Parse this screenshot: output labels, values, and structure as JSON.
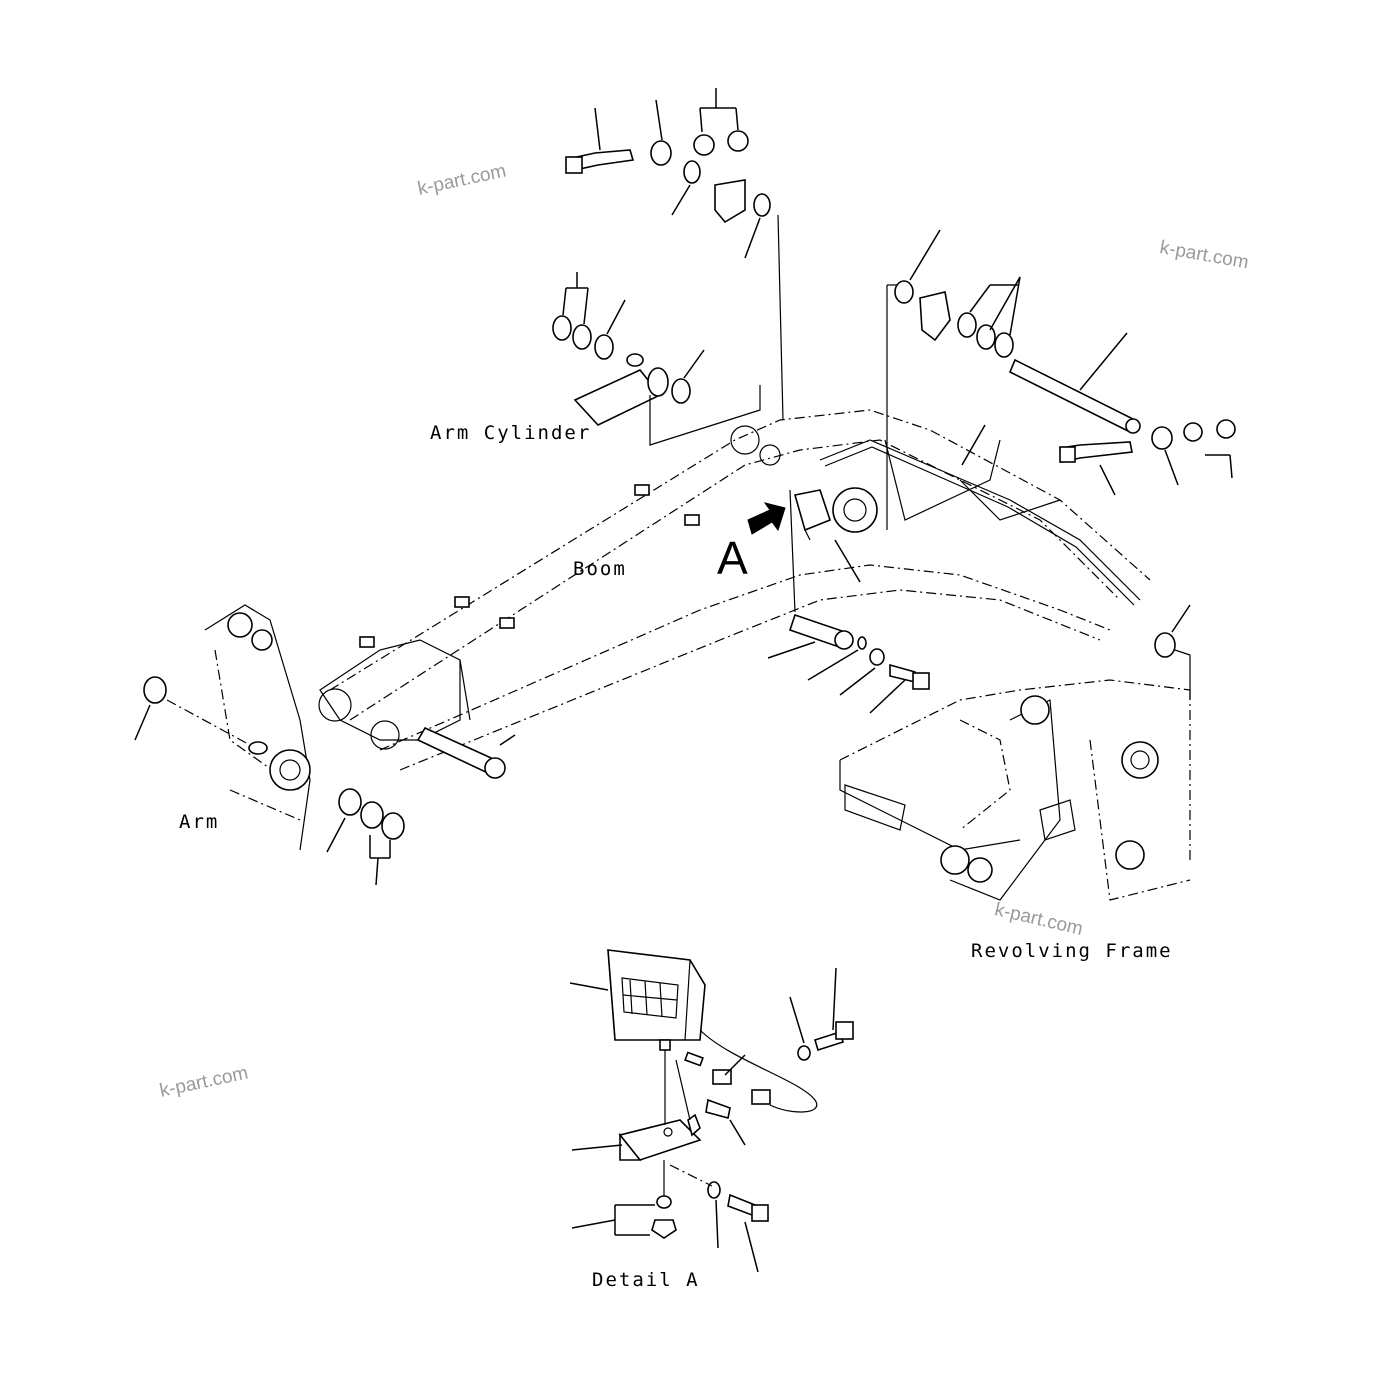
{
  "labels": {
    "arm_cylinder": "Arm Cylinder",
    "boom": "Boom",
    "arm": "Arm",
    "revolving_frame": "Revolving Frame",
    "detail_a": "Detail A",
    "view_letter": "A"
  },
  "watermarks": [
    "k-part.com",
    "k-part.com",
    "k-part.com",
    "k-part.com"
  ]
}
